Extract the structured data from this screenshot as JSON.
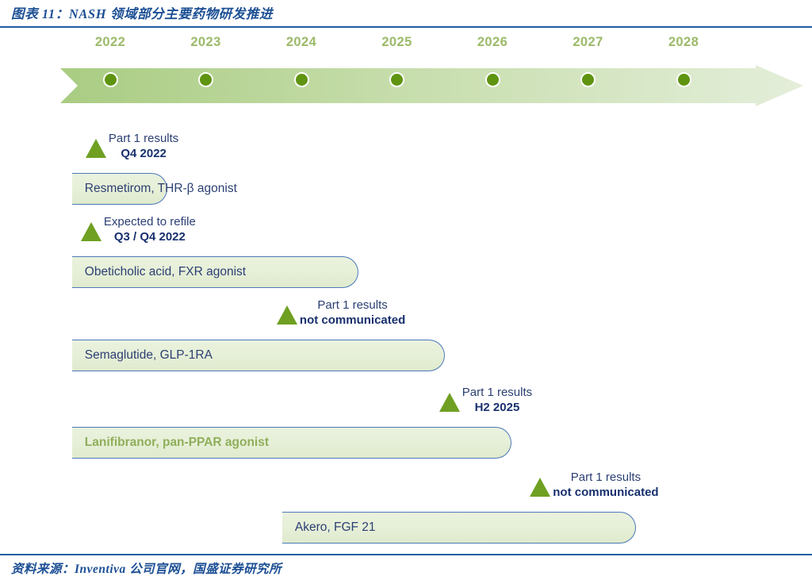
{
  "header": {
    "title": "图表 11：NASH 领域部分主要药物研发推进",
    "rule_color": "#1f5fa0"
  },
  "footer": {
    "source": "资料来源：Inventiva 公司官网，国盛证券研究所"
  },
  "timeline": {
    "years": [
      "2022",
      "2023",
      "2024",
      "2025",
      "2026",
      "2027",
      "2028"
    ],
    "year_color": "#9cba69",
    "dot_color": "#5f9410",
    "arrow_fill_start": "#a9cc82",
    "arrow_fill_end": "#e6efdc"
  },
  "chart_data": {
    "type": "timeline",
    "title": "图表 11：NASH 领域部分主要药物研发推进",
    "axis_ticks": [
      "2022",
      "2023",
      "2024",
      "2025",
      "2026",
      "2027",
      "2028"
    ],
    "rows": [
      {
        "drug": "Resmetirom, THR-β agonist",
        "bar_start_year": 2021.6,
        "bar_end_year": 2022.6,
        "label_style": "blue",
        "milestone": {
          "line1": "Part 1 results",
          "line2": "Q4 2022",
          "marker_year": 2021.85
        }
      },
      {
        "drug": "Obeticholic acid, FXR agonist",
        "bar_start_year": 2021.6,
        "bar_end_year": 2024.6,
        "label_style": "blue",
        "milestone": {
          "line1": "Expected to refile",
          "line2": "Q3 / Q4 2022",
          "marker_year": 2021.8
        }
      },
      {
        "drug": "Semaglutide, GLP-1RA",
        "bar_start_year": 2021.6,
        "bar_end_year": 2025.5,
        "label_style": "blue",
        "milestone": {
          "line1": "Part 1 results",
          "line2": "not communicated",
          "marker_year": 2023.85
        }
      },
      {
        "drug": "Lanifibranor, pan-PPAR agonist",
        "bar_start_year": 2021.6,
        "bar_end_year": 2026.2,
        "label_style": "green",
        "milestone": {
          "line1": "Part 1 results",
          "line2": "H2 2025",
          "marker_year": 2025.55
        }
      },
      {
        "drug": "Akero, FGF 21",
        "bar_start_year": 2023.8,
        "bar_end_year": 2027.5,
        "label_style": "blue",
        "milestone": {
          "line1": "Part 1 results",
          "line2": "not communicated",
          "marker_year": 2026.5
        }
      }
    ],
    "legend": [],
    "notes": "资料来源：Inventiva 公司官网，国盛证券研究所"
  }
}
